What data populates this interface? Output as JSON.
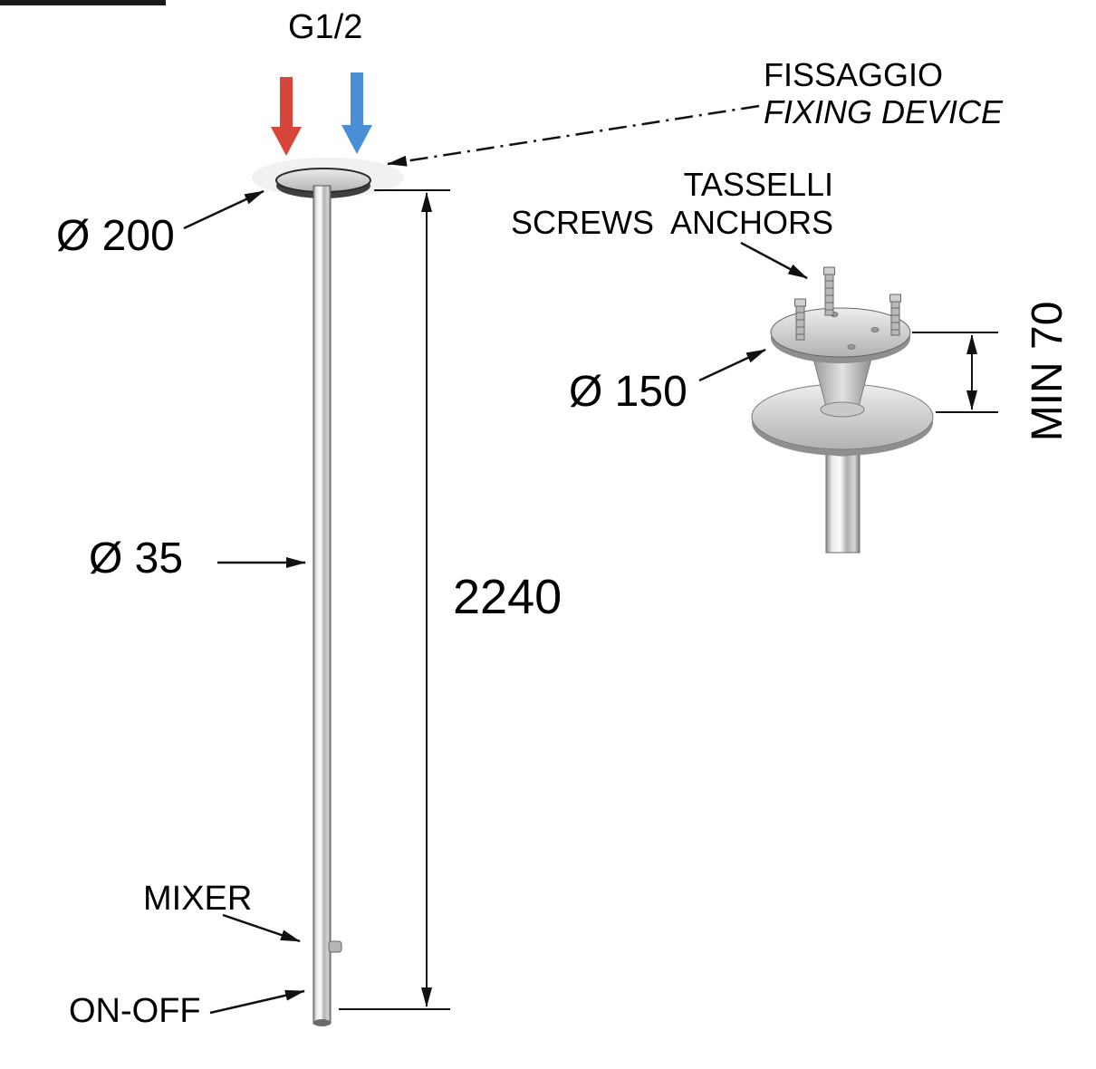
{
  "diagram": {
    "thread_label": "G1/2",
    "fixing_device": {
      "line1": "FISSAGGIO",
      "line2": "FIXING DEVICE"
    },
    "anchors": {
      "line1": "TASSELLI",
      "line2": "SCREWS  ANCHORS"
    },
    "dimensions": {
      "flange_diameter": "Ø 200",
      "plate_diameter": "Ø 150",
      "column_diameter": "Ø 35",
      "column_height": "2240",
      "min_clearance": "MIN 70"
    },
    "controls": {
      "mixer": "MIXER",
      "on_off": "ON-OFF"
    },
    "colors": {
      "hot_water": "#d8453b",
      "cold_water": "#4a8fd6"
    }
  }
}
